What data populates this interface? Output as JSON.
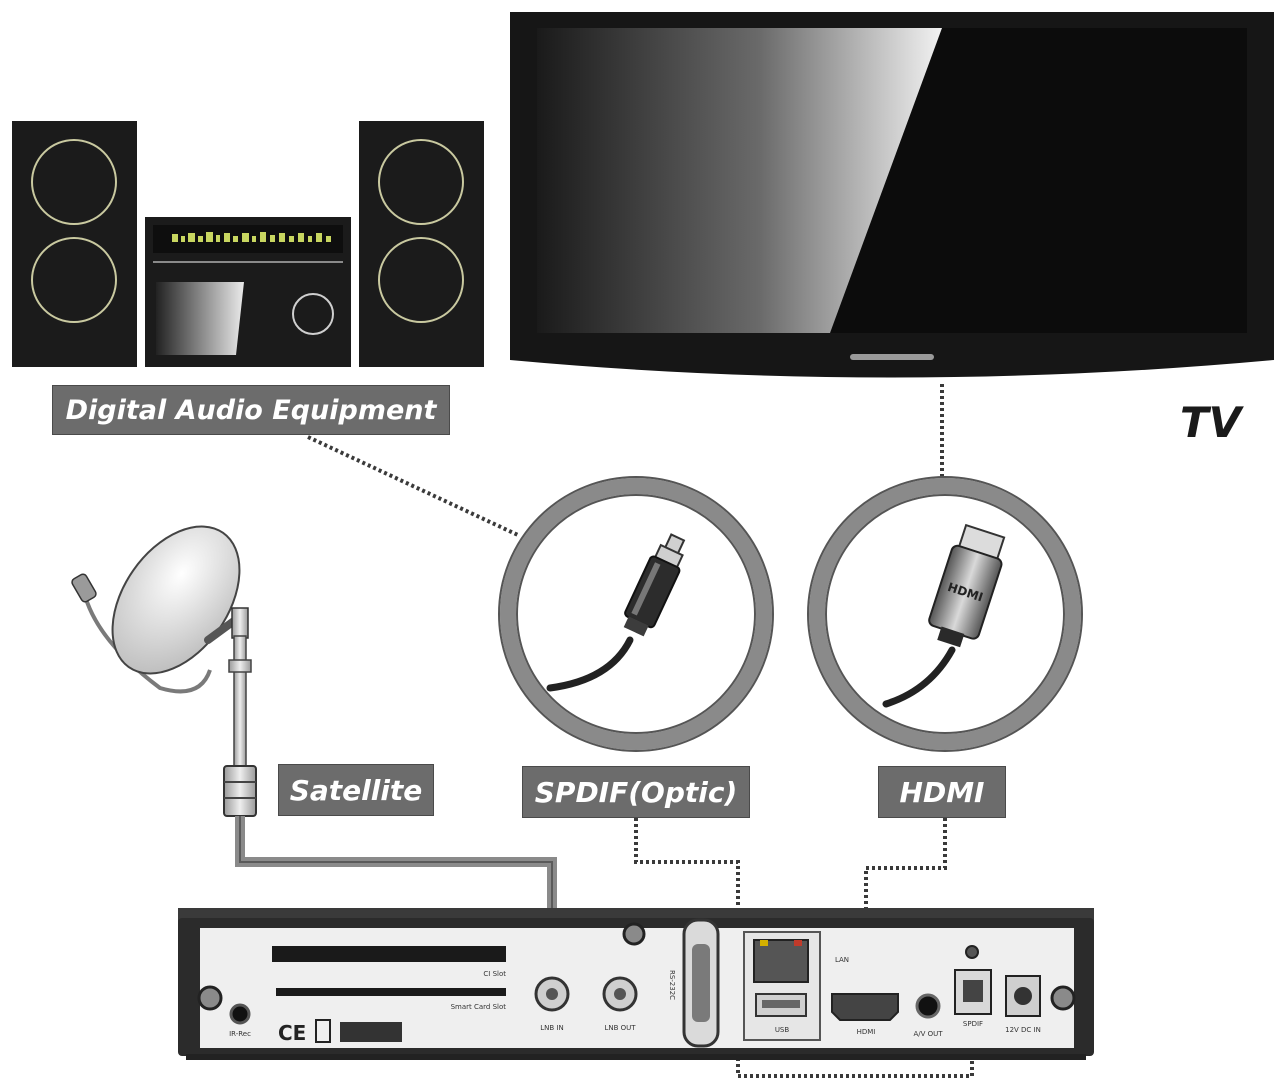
{
  "labels": {
    "audio": "Digital Audio Equipment",
    "tv": "TV",
    "satellite": "Satellite",
    "spdif": "SPDIF(Optic)",
    "hdmi": "HDMI"
  },
  "plug_text": {
    "hdmi_plug": "HDMI"
  },
  "receiver": {
    "ci_slot": "CI Slot",
    "smart_card_slot": "Smart Card Slot",
    "ir_rec": "IR-Rec",
    "lnb_in": "LNB IN",
    "lnb_out": "LNB OUT",
    "rs232c": "RS-232C",
    "lan": "LAN",
    "usb": "USB",
    "hdmi_port": "HDMI",
    "av_out": "A/V OUT",
    "spdif_port": "SPDIF",
    "power": "12V DC IN",
    "ce_mark": "CE"
  },
  "colors": {
    "tag_bg": "#6c6c6c",
    "tag_text": "#ffffff",
    "device_dark": "#1b1b1b",
    "ring": "#8a8a8a",
    "cable": "#7a7a7a",
    "display_text": "#c8d660"
  }
}
